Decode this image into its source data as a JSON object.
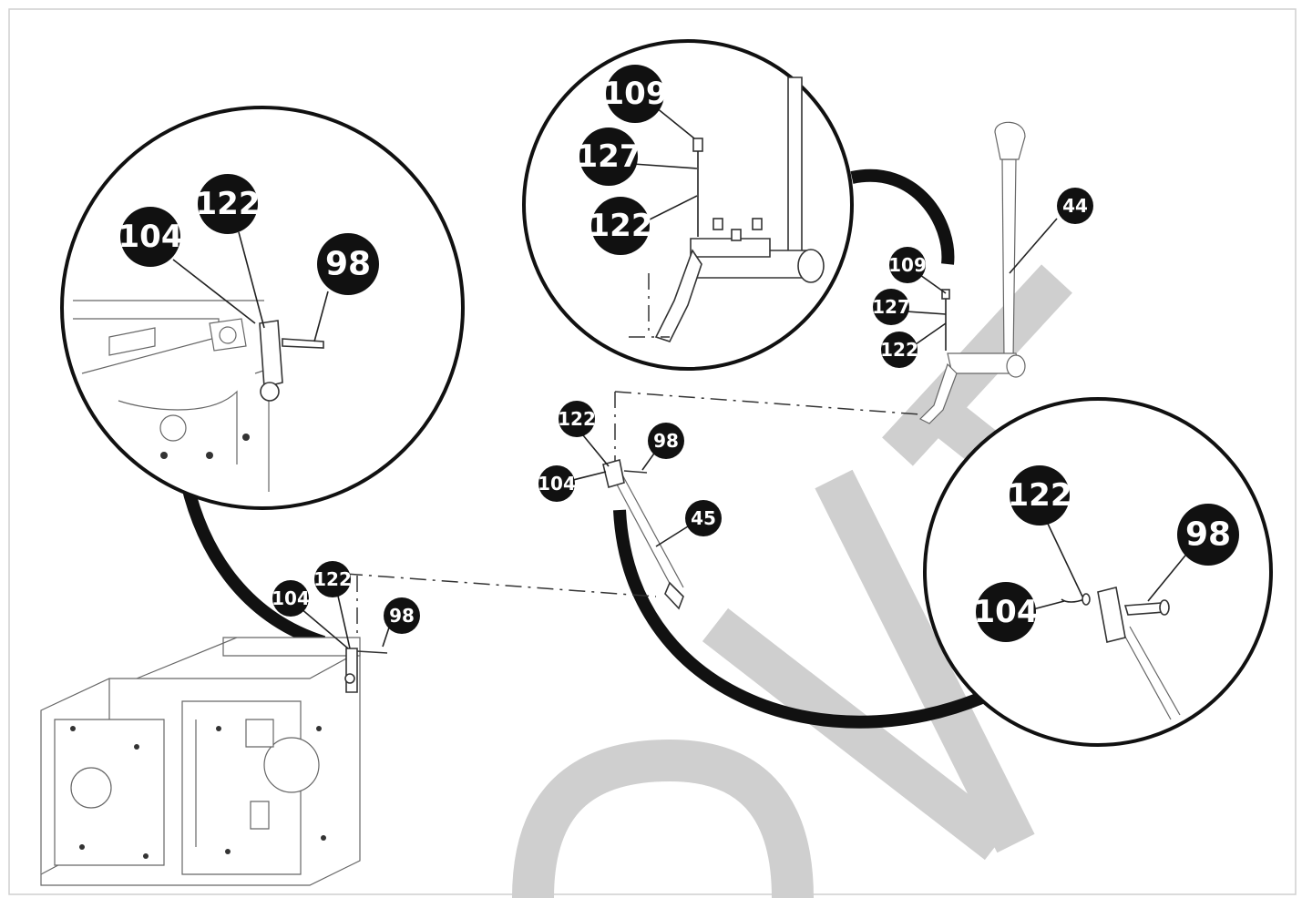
{
  "diagram": {
    "watermark_color": "#cfcfcf",
    "callout_color": "#111111",
    "callouts": [
      {
        "id": "c1",
        "label": "104"
      },
      {
        "id": "c2",
        "label": "122"
      },
      {
        "id": "c3",
        "label": "98"
      },
      {
        "id": "c4",
        "label": "109"
      },
      {
        "id": "c5",
        "label": "127"
      },
      {
        "id": "c6",
        "label": "122"
      },
      {
        "id": "c7",
        "label": "109"
      },
      {
        "id": "c8",
        "label": "127"
      },
      {
        "id": "c9",
        "label": "122"
      },
      {
        "id": "c10",
        "label": "44"
      },
      {
        "id": "c11",
        "label": "122"
      },
      {
        "id": "c12",
        "label": "98"
      },
      {
        "id": "c13",
        "label": "104"
      },
      {
        "id": "c14",
        "label": "45"
      },
      {
        "id": "c15",
        "label": "104"
      },
      {
        "id": "c16",
        "label": "122"
      },
      {
        "id": "c17",
        "label": "98"
      },
      {
        "id": "c18",
        "label": "122"
      },
      {
        "id": "c19",
        "label": "98"
      },
      {
        "id": "c20",
        "label": "104"
      }
    ]
  }
}
